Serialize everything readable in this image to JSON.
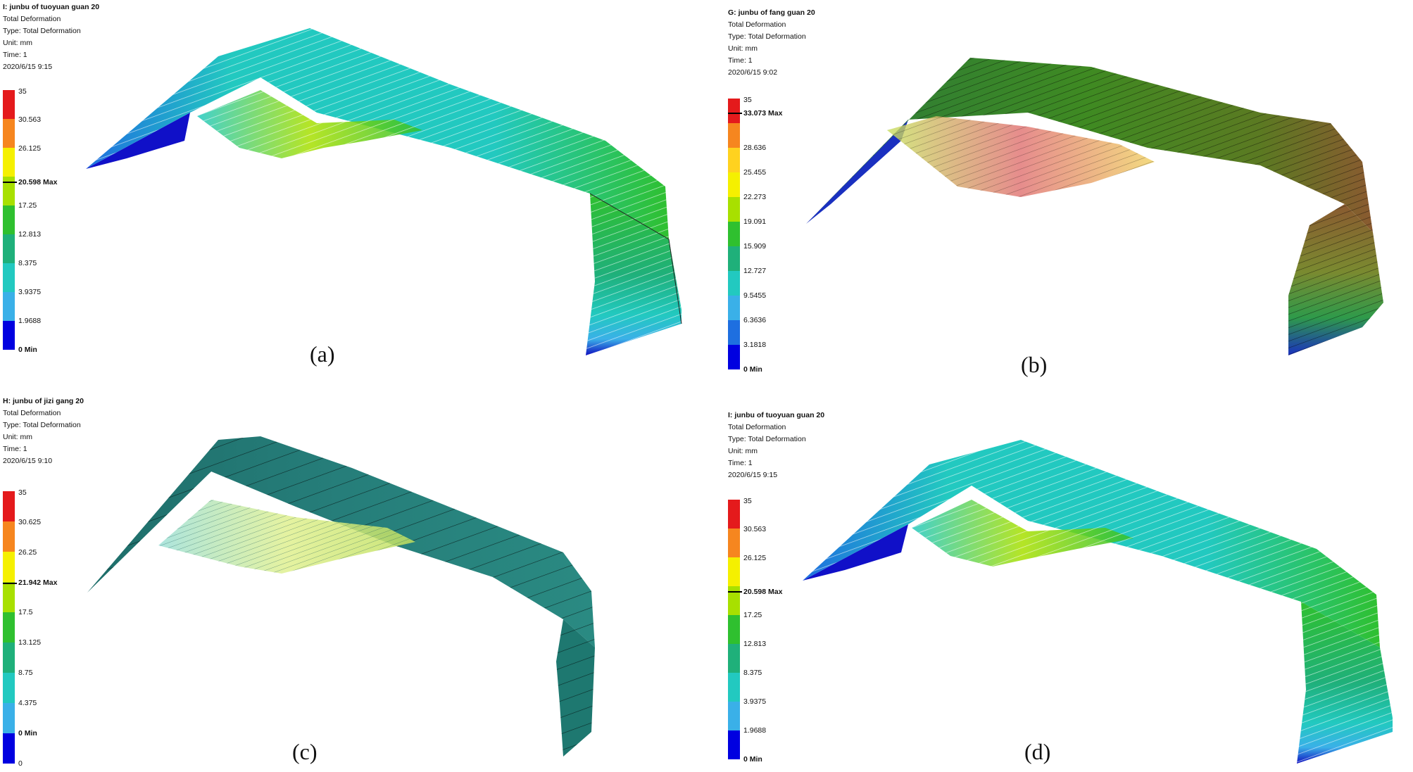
{
  "panels": [
    {
      "id": "a",
      "info": {
        "title": "I: junbu of tuoyuan guan 20",
        "line1": "Total Deformation",
        "line2": "Type: Total Deformation",
        "line3": "Unit: mm",
        "line4": "Time: 1",
        "line5": "2020/6/15 9:15"
      },
      "legend": {
        "t0": "35",
        "t1": "30.563",
        "t2": "26.125",
        "t3": "20.598 Max",
        "t4": "17.25",
        "t5": "12.813",
        "t6": "8.375",
        "t7": "3.9375",
        "t8": "1.9688",
        "t9": "0 Min"
      },
      "caption": "(a)"
    },
    {
      "id": "b",
      "info": {
        "title": "G: junbu of fang guan 20",
        "line1": "Total Deformation",
        "line2": "Type: Total Deformation",
        "line3": "Unit: mm",
        "line4": "Time: 1",
        "line5": "2020/6/15 9:02"
      },
      "legend": {
        "t0": "35",
        "t1": "33.073 Max",
        "t2": "28.636",
        "t3": "25.455",
        "t4": "22.273",
        "t5": "19.091",
        "t6": "15.909",
        "t7": "12.727",
        "t8": "9.5455",
        "t9": "6.3636",
        "t10": "3.1818",
        "t11": "0 Min"
      },
      "caption": "(b)"
    },
    {
      "id": "c",
      "info": {
        "title": "H: junbu of jizi gang 20",
        "line1": "Total Deformation",
        "line2": "Type: Total Deformation",
        "line3": "Unit: mm",
        "line4": "Time: 1",
        "line5": "2020/6/15 9:10"
      },
      "legend": {
        "t0": "35",
        "t1": "30.625",
        "t2": "26.25",
        "t3": "21.942 Max",
        "t4": "17.5",
        "t5": "13.125",
        "t6": "8.75",
        "t7": "4.375",
        "t8": "0 Min",
        "t9": "0"
      },
      "caption": "(c)"
    },
    {
      "id": "d",
      "info": {
        "title": "I: junbu of tuoyuan guan 20",
        "line1": "Total Deformation",
        "line2": "Type: Total Deformation",
        "line3": "Unit: mm",
        "line4": "Time: 1",
        "line5": "2020/6/15 9:15"
      },
      "legend": {
        "t0": "35",
        "t1": "30.563",
        "t2": "26.125",
        "t3": "20.598 Max",
        "t4": "17.25",
        "t5": "12.813",
        "t6": "8.375",
        "t7": "3.9375",
        "t8": "1.9688",
        "t9": "0 Min"
      },
      "caption": "(d)"
    }
  ],
  "colors": {
    "scale": [
      "#e41a1c",
      "#f6861f",
      "#ffd21f",
      "#f5f000",
      "#a8e000",
      "#2fc02f",
      "#1fb07a",
      "#22c9c0",
      "#3ab0e8",
      "#1e6fe0",
      "#0000e0"
    ]
  }
}
